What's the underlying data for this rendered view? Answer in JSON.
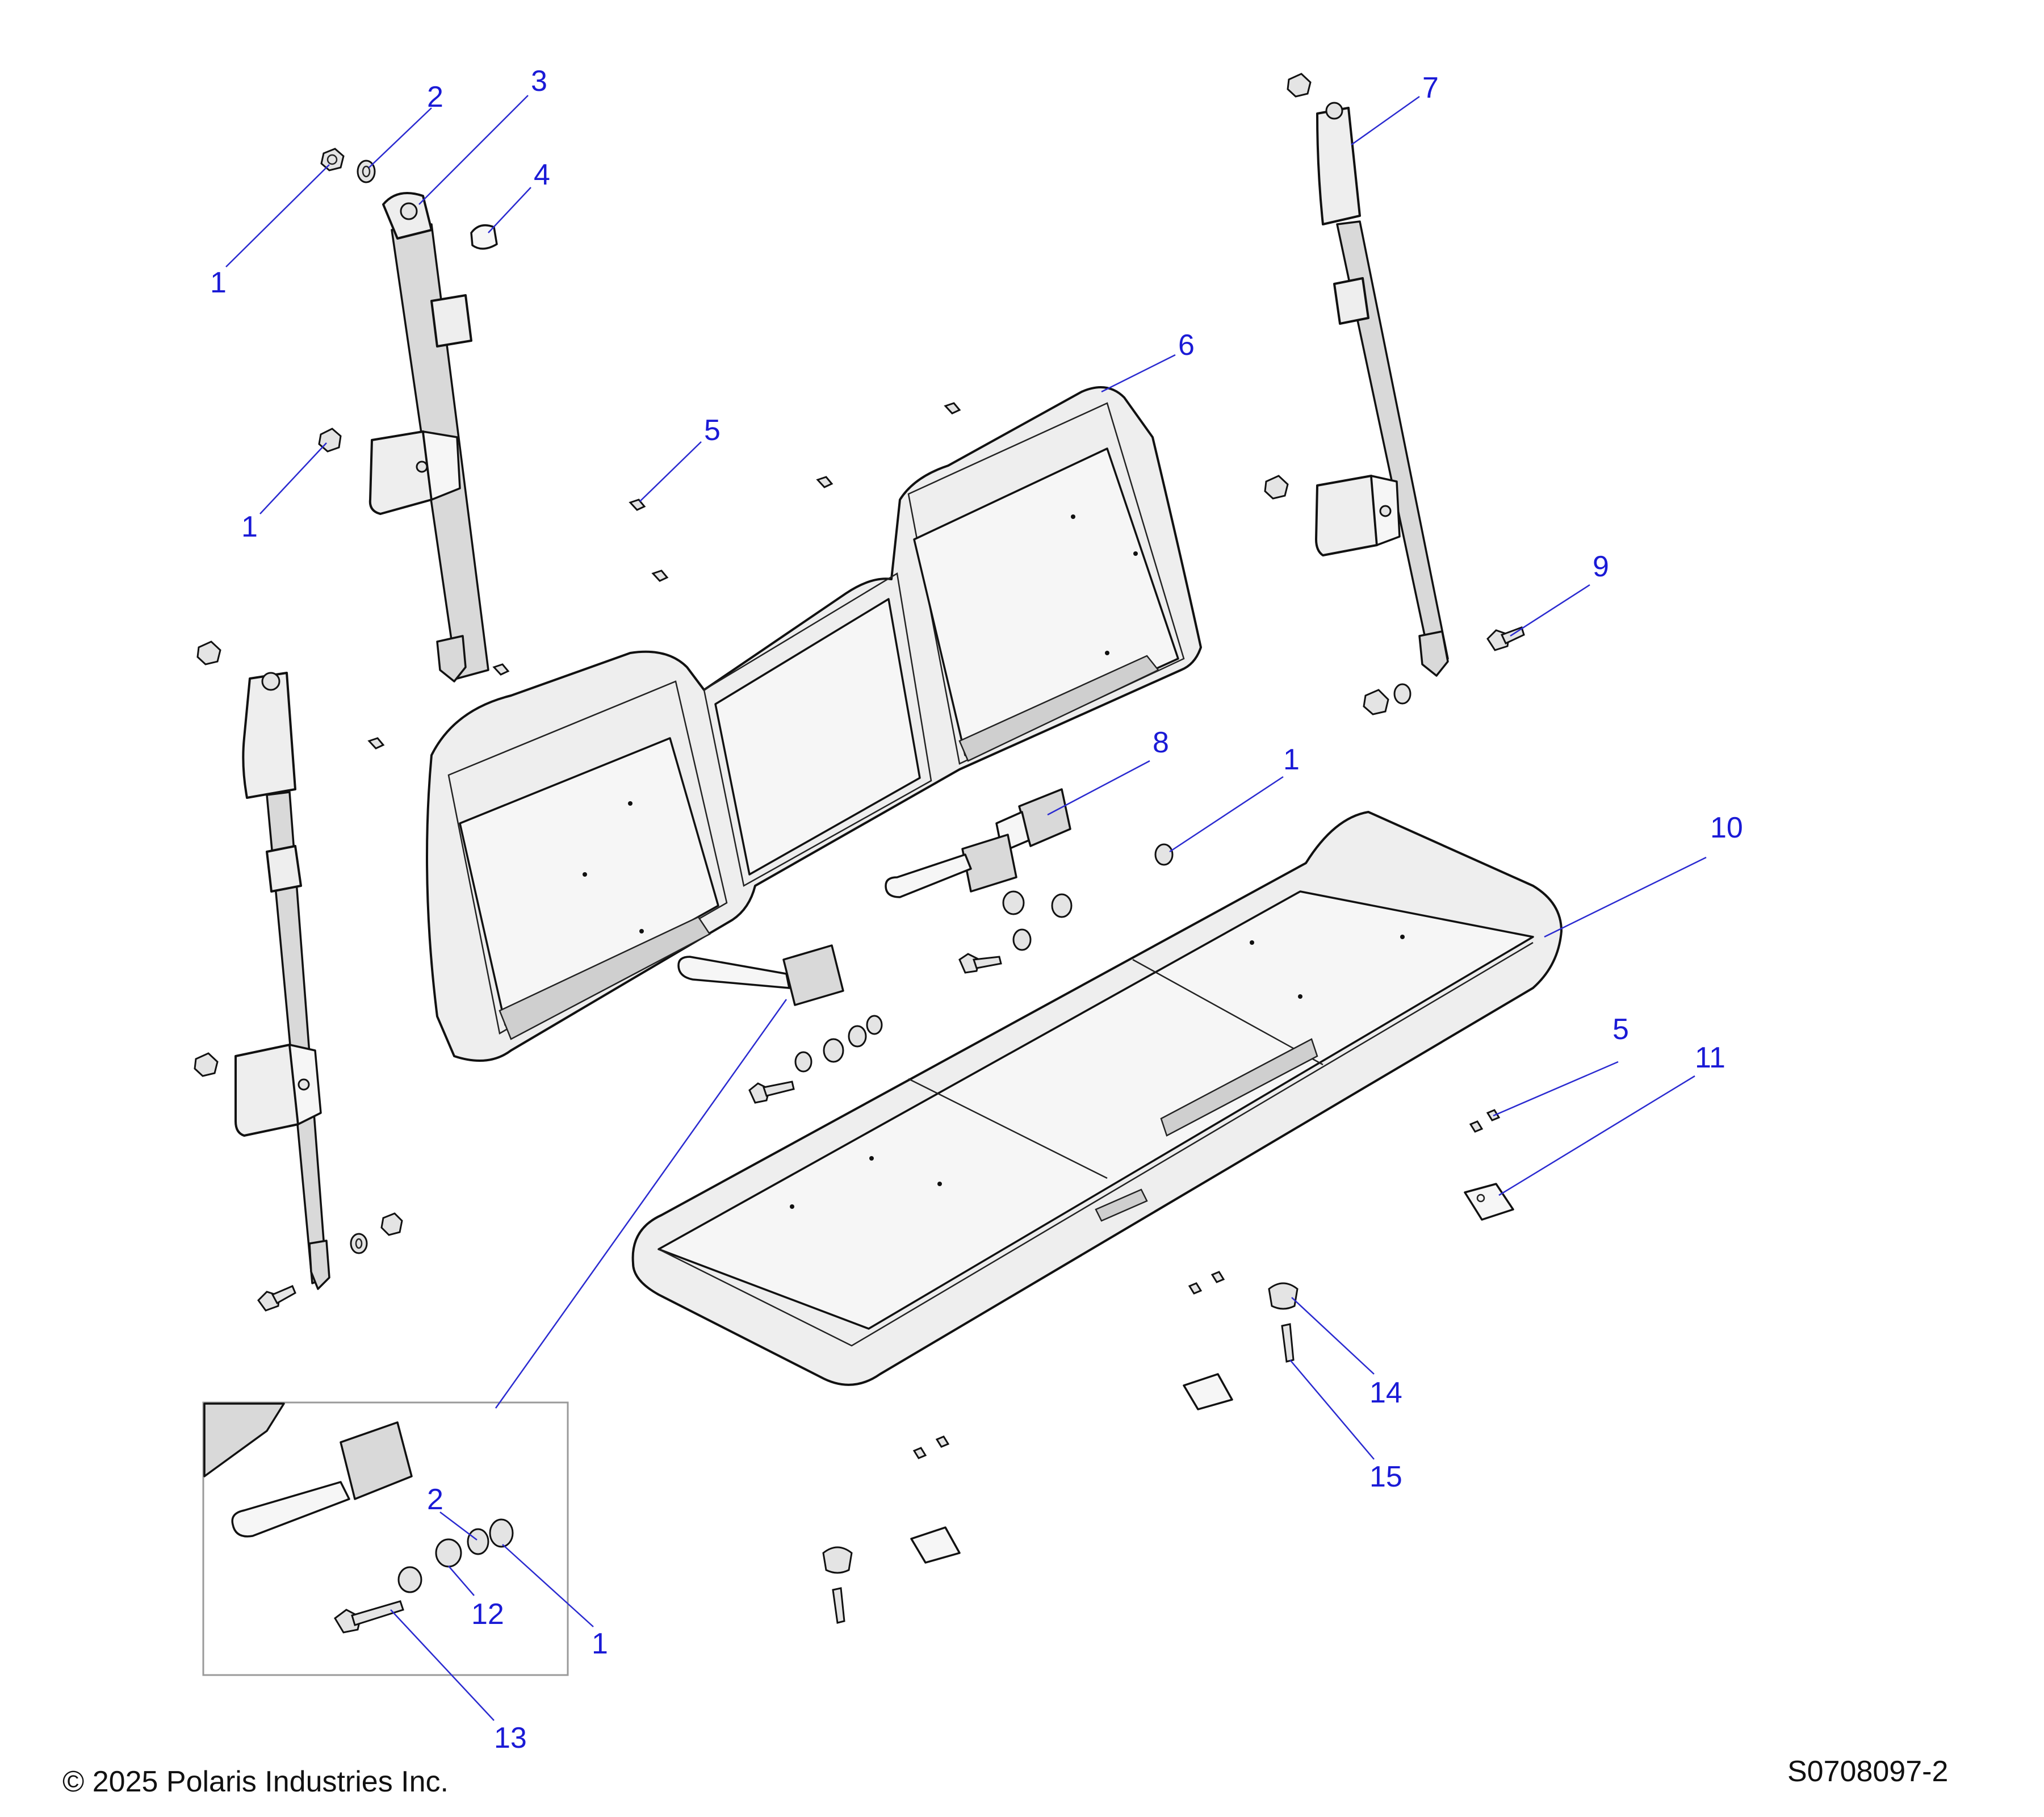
{
  "callouts": [
    {
      "id": "c1a",
      "text": "1"
    },
    {
      "id": "c2a",
      "text": "2"
    },
    {
      "id": "c3",
      "text": "3"
    },
    {
      "id": "c4",
      "text": "4"
    },
    {
      "id": "c1b",
      "text": "1"
    },
    {
      "id": "c5a",
      "text": "5"
    },
    {
      "id": "c6",
      "text": "6"
    },
    {
      "id": "c7",
      "text": "7"
    },
    {
      "id": "c9",
      "text": "9"
    },
    {
      "id": "c8",
      "text": "8"
    },
    {
      "id": "c1c",
      "text": "1"
    },
    {
      "id": "c10",
      "text": "10"
    },
    {
      "id": "c5b",
      "text": "5"
    },
    {
      "id": "c11",
      "text": "11"
    },
    {
      "id": "c14",
      "text": "14"
    },
    {
      "id": "c15",
      "text": "15"
    },
    {
      "id": "c2b",
      "text": "2"
    },
    {
      "id": "c12",
      "text": "12"
    },
    {
      "id": "c1d",
      "text": "1"
    },
    {
      "id": "c13",
      "text": "13"
    }
  ],
  "footer": {
    "copyright": "© 2025 Polaris Industries Inc.",
    "drawing_number": "S0708097-2"
  }
}
